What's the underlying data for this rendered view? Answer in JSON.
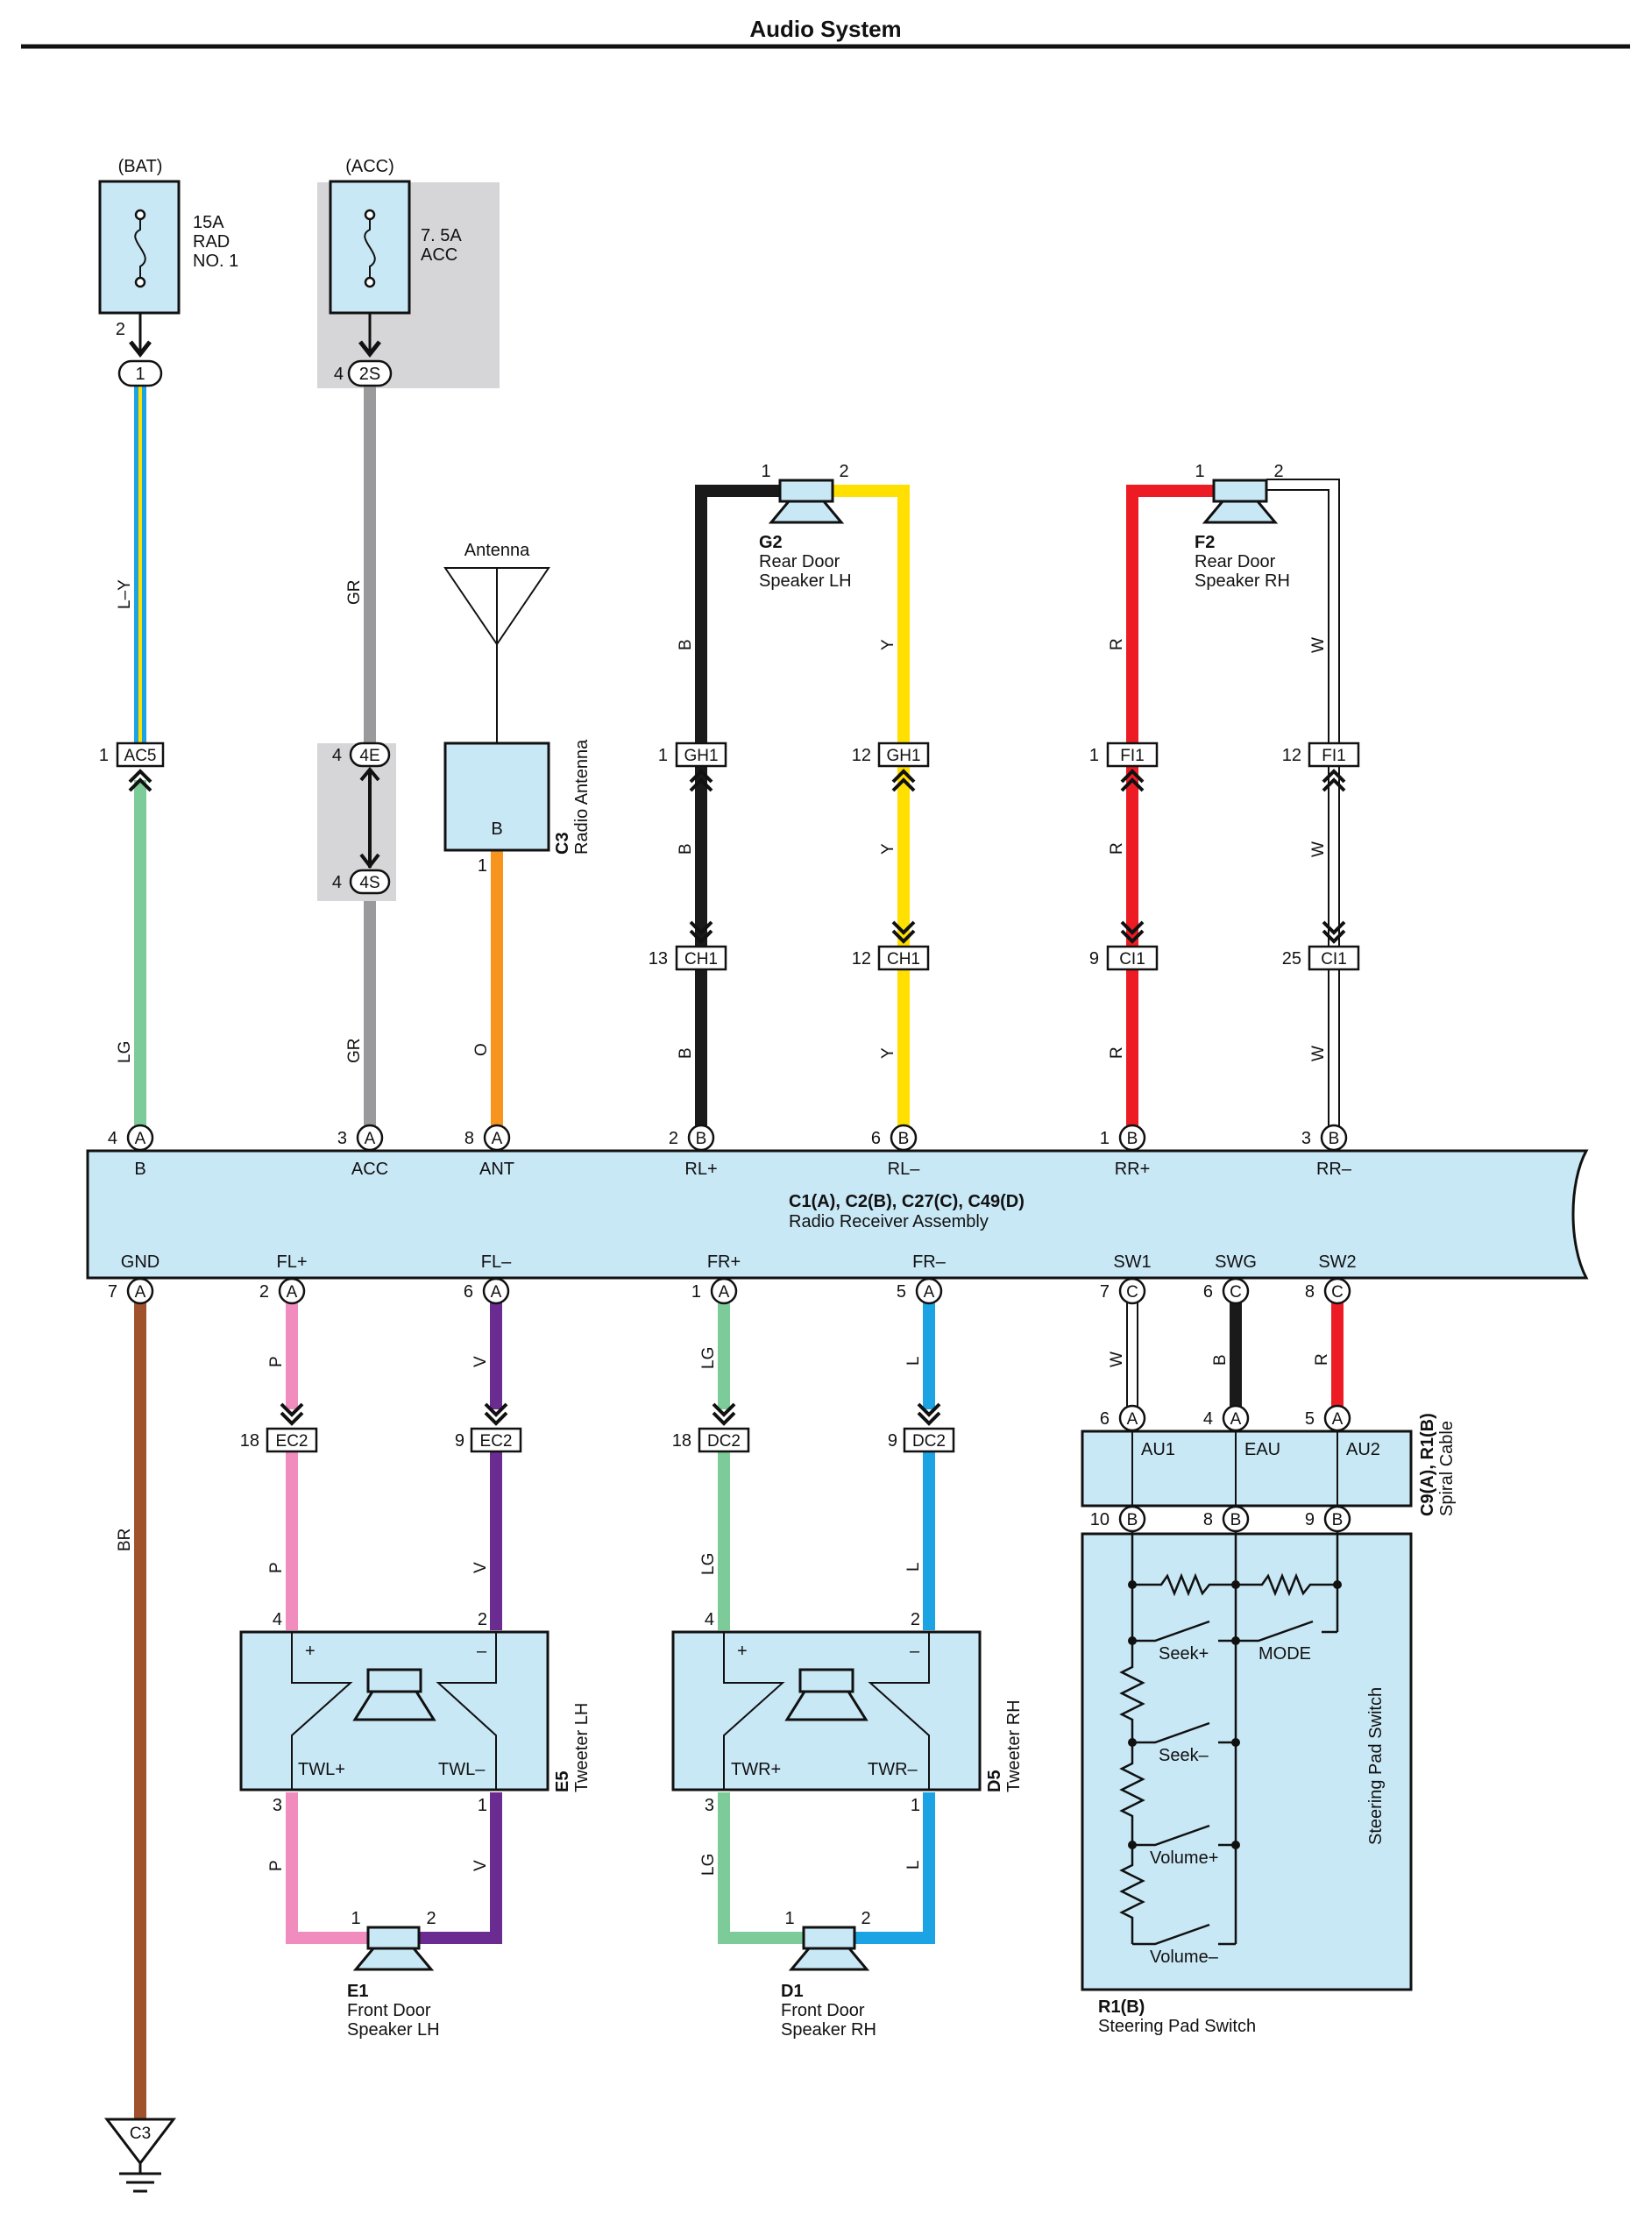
{
  "title": "Audio System",
  "power": {
    "bat": {
      "supply": "(BAT)",
      "fuse_amp": "15A",
      "fuse_name_1": "RAD",
      "fuse_name_2": "NO. 1",
      "pin": "2",
      "conn": "1"
    },
    "acc": {
      "supply": "(ACC)",
      "fuse_amp": "7. 5A",
      "fuse_name": "ACC",
      "pin": "4",
      "conn": "2S"
    }
  },
  "antenna": {
    "label": "Antenna",
    "code": "C3",
    "name": "Radio Antenna",
    "terminal": "B",
    "pin": "1"
  },
  "rear_speakers": {
    "lh": {
      "code": "G2",
      "line1": "Rear Door",
      "line2": "Speaker LH",
      "pin1": "1",
      "pin2": "2"
    },
    "rh": {
      "code": "F2",
      "line1": "Rear Door",
      "line2": "Speaker RH",
      "pin1": "1",
      "pin2": "2"
    }
  },
  "top_connectors": {
    "ac5": {
      "pin": "1",
      "name": "AC5"
    },
    "e4": {
      "pin": "4",
      "name": "4E"
    },
    "s4": {
      "pin": "4",
      "name": "4S"
    },
    "gh1_a": {
      "pin": "1",
      "name": "GH1"
    },
    "gh1_b": {
      "pin": "12",
      "name": "GH1"
    },
    "fi1_a": {
      "pin": "1",
      "name": "FI1"
    },
    "fi1_b": {
      "pin": "12",
      "name": "FI1"
    },
    "ch1_a": {
      "pin": "13",
      "name": "CH1"
    },
    "ch1_b": {
      "pin": "12",
      "name": "CH1"
    },
    "ci1_a": {
      "pin": "9",
      "name": "CI1"
    },
    "ci1_b": {
      "pin": "25",
      "name": "CI1"
    }
  },
  "top_wires": {
    "ly": "L–Y",
    "lg": "LG",
    "gr": "GR",
    "o": "O",
    "b": "B",
    "y": "Y",
    "r": "R",
    "w": "W"
  },
  "receiver": {
    "codes": "C1(A), C2(B), C27(C), C49(D)",
    "name": "Radio Receiver Assembly",
    "top_pins": [
      {
        "num": "4",
        "conn": "A",
        "label": "B"
      },
      {
        "num": "3",
        "conn": "A",
        "label": "ACC"
      },
      {
        "num": "8",
        "conn": "A",
        "label": "ANT"
      },
      {
        "num": "2",
        "conn": "B",
        "label": "RL+"
      },
      {
        "num": "6",
        "conn": "B",
        "label": "RL–"
      },
      {
        "num": "1",
        "conn": "B",
        "label": "RR+"
      },
      {
        "num": "3",
        "conn": "B",
        "label": "RR–"
      }
    ],
    "bottom_pins": [
      {
        "num": "7",
        "conn": "A",
        "label": "GND"
      },
      {
        "num": "2",
        "conn": "A",
        "label": "FL+"
      },
      {
        "num": "6",
        "conn": "A",
        "label": "FL–"
      },
      {
        "num": "1",
        "conn": "A",
        "label": "FR+"
      },
      {
        "num": "5",
        "conn": "A",
        "label": "FR–"
      },
      {
        "num": "7",
        "conn": "C",
        "label": "SW1"
      },
      {
        "num": "6",
        "conn": "C",
        "label": "SWG"
      },
      {
        "num": "8",
        "conn": "C",
        "label": "SW2"
      }
    ]
  },
  "bottom_wires": {
    "br": "BR",
    "p": "P",
    "v": "V",
    "lg": "LG",
    "l": "L",
    "w": "W",
    "b": "B",
    "r": "R"
  },
  "bottom_connectors": {
    "ec2_a": {
      "pin": "18",
      "name": "EC2"
    },
    "ec2_b": {
      "pin": "9",
      "name": "EC2"
    },
    "dc2_a": {
      "pin": "18",
      "name": "DC2"
    },
    "dc2_b": {
      "pin": "9",
      "name": "DC2"
    }
  },
  "tweeters": {
    "lh": {
      "code": "E5",
      "name": "Tweeter LH",
      "plus": "+",
      "minus": "–",
      "out_plus": "TWL+",
      "out_minus": "TWL–",
      "pin_in_plus": "4",
      "pin_in_minus": "2",
      "pin_out_plus": "3",
      "pin_out_minus": "1"
    },
    "rh": {
      "code": "D5",
      "name": "Tweeter RH",
      "plus": "+",
      "minus": "–",
      "out_plus": "TWR+",
      "out_minus": "TWR–",
      "pin_in_plus": "4",
      "pin_in_minus": "2",
      "pin_out_plus": "3",
      "pin_out_minus": "1"
    }
  },
  "front_speakers": {
    "lh": {
      "code": "E1",
      "line1": "Front Door",
      "line2": "Speaker LH",
      "pin1": "1",
      "pin2": "2"
    },
    "rh": {
      "code": "D1",
      "line1": "Front Door",
      "line2": "Speaker RH",
      "pin1": "1",
      "pin2": "2"
    }
  },
  "spiral": {
    "codes": "C9(A), R1(B)",
    "name": "Spiral Cable",
    "terms": [
      "AU1",
      "EAU",
      "AU2"
    ],
    "top_pins": [
      {
        "num": "6",
        "conn": "A"
      },
      {
        "num": "4",
        "conn": "A"
      },
      {
        "num": "5",
        "conn": "A"
      }
    ],
    "bottom_pins": [
      {
        "num": "10",
        "conn": "B"
      },
      {
        "num": "8",
        "conn": "B"
      },
      {
        "num": "9",
        "conn": "B"
      }
    ]
  },
  "steering": {
    "inner_label": "Steering Pad Switch",
    "code": "R1(B)",
    "name": "Steering Pad Switch",
    "switches": [
      "Seek+",
      "MODE",
      "Seek–",
      "Volume+",
      "Volume–"
    ]
  },
  "ground": {
    "code": "C3"
  },
  "colors": {
    "blue_wire": "#1ca3e4",
    "yellow_wire": "#ffe000",
    "light_green_wire": "#7dcb98",
    "gray_wire": "#9a9a9c",
    "orange_wire": "#f7941d",
    "black_wire": "#1a1a1a",
    "red_wire": "#ed1c24",
    "white_wire": "#ffffff",
    "brown_wire": "#a0522d",
    "pink_wire": "#f08cbe",
    "violet_wire": "#6a2c91",
    "component_fill": "#c9e8f6",
    "shading": "#d6d6d8"
  }
}
